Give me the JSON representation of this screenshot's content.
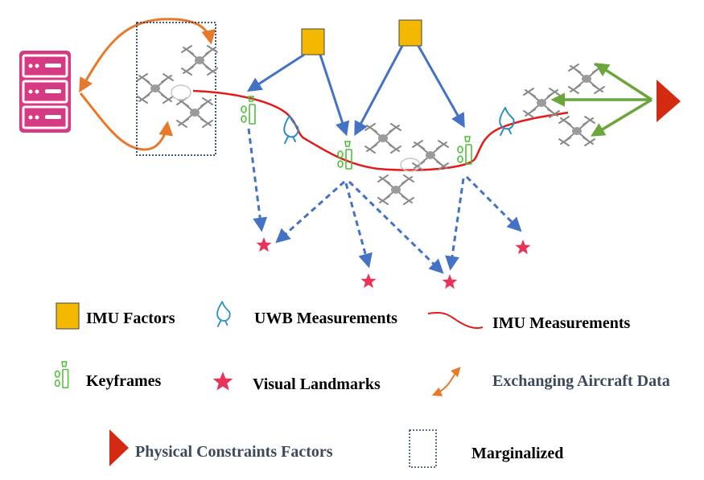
{
  "legend": {
    "imu_factors": "IMU Factors",
    "uwb_measurements": "UWB Measurements",
    "imu_measurements": "IMU Measurements",
    "keyframes": "Keyframes",
    "visual_landmarks": "Visual Landmarks",
    "exchanging_aircraft_data": "Exchanging Aircraft Data",
    "physical_constraints_factors": "Physical Constraints Factors",
    "marginalized": "Marginalized"
  },
  "colors": {
    "imu_factor": "#f5b800",
    "uwb": "#2e8fc4",
    "imu_measurement": "#e21b1b",
    "keyframe": "#4fbf3a",
    "landmark": "#e8335a",
    "exchange": "#e8782a",
    "physical_constraint": "#d42a12",
    "marginalized_box": "#2c3e6b",
    "factor_arrow": "#4472c4",
    "constraint_arrow": "#6aa63c",
    "server": "#d63a82"
  },
  "icons": {
    "server": "server-icon",
    "drone": "quadrotor-drone-icon",
    "uwb": "uwb-antenna-icon",
    "keyframe": "keyframe-icon",
    "landmark": "star-icon"
  }
}
